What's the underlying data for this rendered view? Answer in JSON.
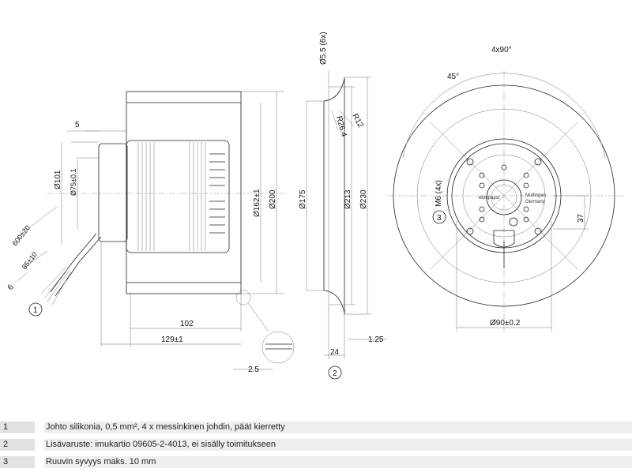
{
  "side_view": {
    "dim_5": "5",
    "dim_d101": "Ø101",
    "dim_d75": "Ø75±0.1",
    "dim_600": "600±20",
    "dim_85": "85±10",
    "dim_6": "6",
    "dim_d162": "Ø162±1",
    "dim_d200": "Ø200",
    "dim_102": "102",
    "dim_129": "129±1",
    "dim_2_5": "2.5",
    "callout_1": "1"
  },
  "inlet_view": {
    "dim_d5_5": "Ø5.5 (6x)",
    "dim_r12": "R12",
    "dim_r26_4": "R26.4",
    "dim_d175": "Ø175",
    "dim_d213": "Ø213",
    "dim_d230": "Ø230",
    "dim_24": "24",
    "dim_1_25": "1.25",
    "callout_2": "2"
  },
  "front_view": {
    "dim_4x90": "4x90°",
    "dim_45": "45°",
    "dim_m6": "M6 (4x)",
    "dim_37": "37",
    "dim_d90": "Ø90±0.2",
    "callout_3": "3",
    "logo_text": "ebmpapst",
    "maker_line1": "Mulfingen",
    "maker_line2": "Germany"
  },
  "notes": [
    {
      "num": "1",
      "text": "Johto silikonia, 0,5 mm², 4 x messinkinen johdin, päät kierretty"
    },
    {
      "num": "2",
      "text": "Lisävaruste: imukartio 09605-2-4013, ei sisälly toimitukseen"
    },
    {
      "num": "3",
      "text": "Ruuvin syvyys maks. 10 mm"
    }
  ]
}
